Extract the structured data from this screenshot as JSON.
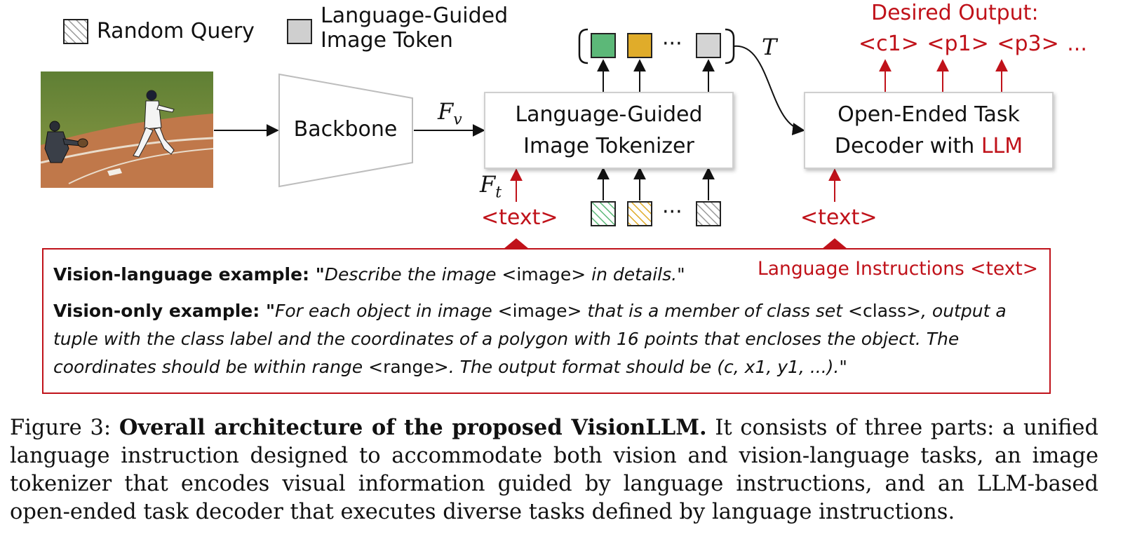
{
  "legend": {
    "random_query": "Random Query",
    "lang_token_line1": "Language-Guided",
    "lang_token_line2": "Image Token"
  },
  "backbone": "Backbone",
  "tokenizer": {
    "line1": "Language-Guided",
    "line2": "Image Tokenizer"
  },
  "decoder": {
    "line1": "Open-Ended Task",
    "line2_prefix": "Decoder with ",
    "line2_highlight": "LLM"
  },
  "math": {
    "fv_base": "F",
    "fv_sub": "v",
    "ft_base": "F",
    "ft_sub": "t",
    "t": "T"
  },
  "ellipsis": "···",
  "text_tag": "<text>",
  "desired_output": {
    "title": "Desired Output:",
    "tokens": "<c1> <p1> <p3> ..."
  },
  "instructions": {
    "label": "Language Instructions <text>",
    "vl_label": "Vision-language example: \"",
    "vl_italic1": "Describe the image",
    "vl_plain1": " <image> ",
    "vl_italic2": "in details.",
    "vl_end": "\"",
    "vo_label": "Vision-only example: \"",
    "vo_italic1": "For each object in image",
    "vo_plain1": " <image> ",
    "vo_italic2": "that is a member of class set",
    "vo_plain2": " <class>",
    "vo_italic3": ", output a tuple with the class label and the coordinates of a polygon with 16 points that encloses the object.  The coordinates should be within range",
    "vo_plain3": " <range>",
    "vo_italic4": ". The output format should be (c, x1, y1, ...).",
    "vo_end": "\""
  },
  "caption": {
    "prefix": "Figure 3: ",
    "bold": "Overall architecture of the proposed VisionLLM.",
    "rest": " It consists of three parts: a unified language instruction designed to accommodate both vision and vision-language tasks, an image tokenizer that encodes visual information guided by language instructions, and an LLM-based open-ended task decoder that executes diverse tasks defined by language instructions."
  },
  "colors": {
    "accent_red": "#c0121a",
    "token_green": "#5cb878",
    "token_yellow": "#e0ac2a",
    "token_gray": "#d4d4d4"
  },
  "icons": [
    "hatched-square-icon",
    "gray-square-icon",
    "baseball-photo"
  ]
}
